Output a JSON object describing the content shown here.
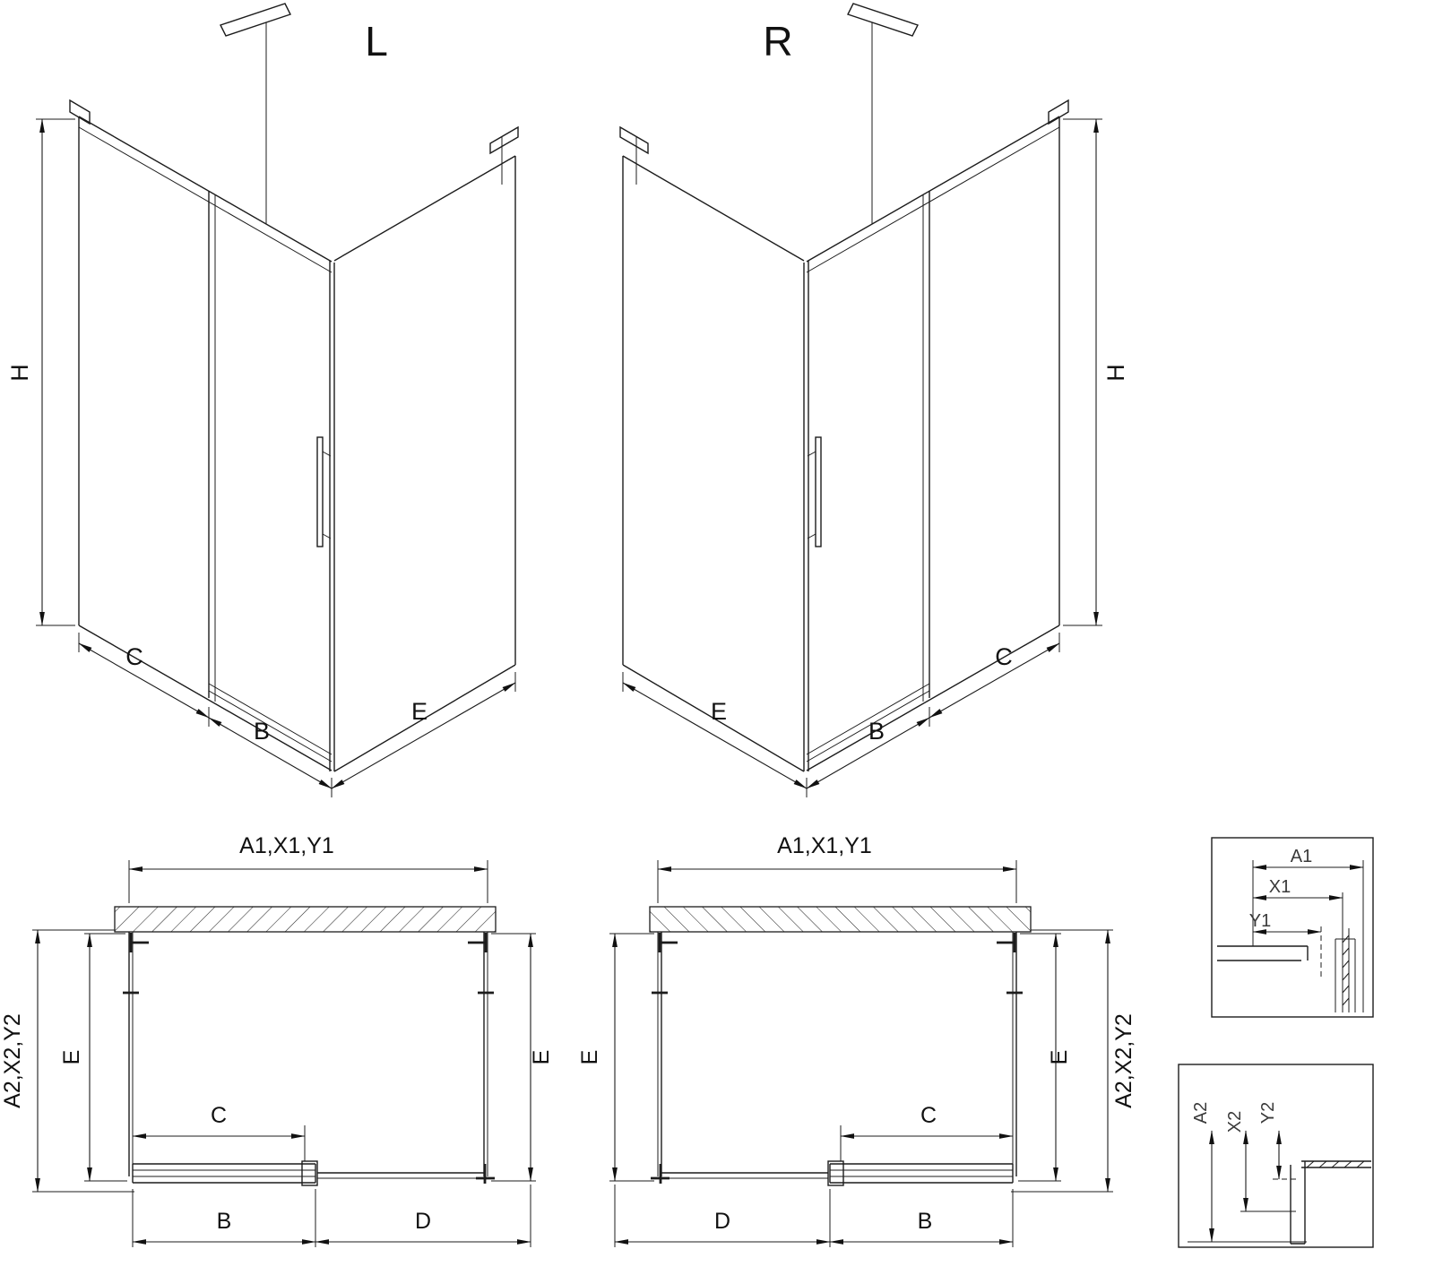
{
  "iso_left": {
    "title": "L",
    "height": "H",
    "c": "C",
    "b": "B",
    "e": "E"
  },
  "iso_right": {
    "title": "R",
    "height": "H",
    "e": "E",
    "b": "B",
    "c": "C"
  },
  "plan_left": {
    "top": "A1,X1,Y1",
    "side": "A2,X2,Y2",
    "e_left": "E",
    "e_right": "E",
    "c": "C",
    "b": "B",
    "d": "D"
  },
  "plan_right": {
    "top": "A1,X1,Y1",
    "side": "A2,X2,Y2",
    "e_left": "E",
    "e_right": "E",
    "c": "C",
    "d": "D",
    "b": "B"
  },
  "detail_top": {
    "a1": "A1",
    "x1": "X1",
    "y1": "Y1"
  },
  "detail_bottom": {
    "a2": "A2",
    "x2": "X2",
    "y2": "Y2"
  }
}
